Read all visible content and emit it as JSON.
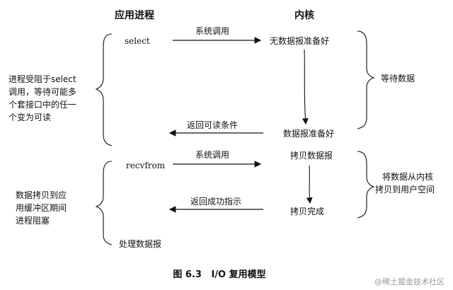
{
  "headers": {
    "app": "应用进程",
    "kernel": "内核"
  },
  "app_calls": {
    "select": "select",
    "recvfrom": "recvfrom",
    "process": "处理数据报"
  },
  "kernel_states": {
    "no_data": "无数据报准备好",
    "ready": "数据报准备好",
    "copy": "拷贝数据报",
    "done": "拷贝完成"
  },
  "arrows": {
    "syscall1": "系统调用",
    "readable": "返回可读条件",
    "syscall2": "系统调用",
    "success": "返回成功指示"
  },
  "left_notes": {
    "blocked": [
      "进程受阻于select",
      "调用，等待可能多",
      "个套接口中的任一",
      "个变为可读"
    ],
    "copy_blocked": [
      "数据拷贝到应",
      "用缓冲区期间",
      "进程阻塞"
    ]
  },
  "right_notes": {
    "wait": "等待数据",
    "copy": [
      "将数据从内核",
      "拷贝到用户空间"
    ]
  },
  "caption": "图 6.3   I/O 复用模型",
  "watermark": "@稀土掘金技术社区"
}
